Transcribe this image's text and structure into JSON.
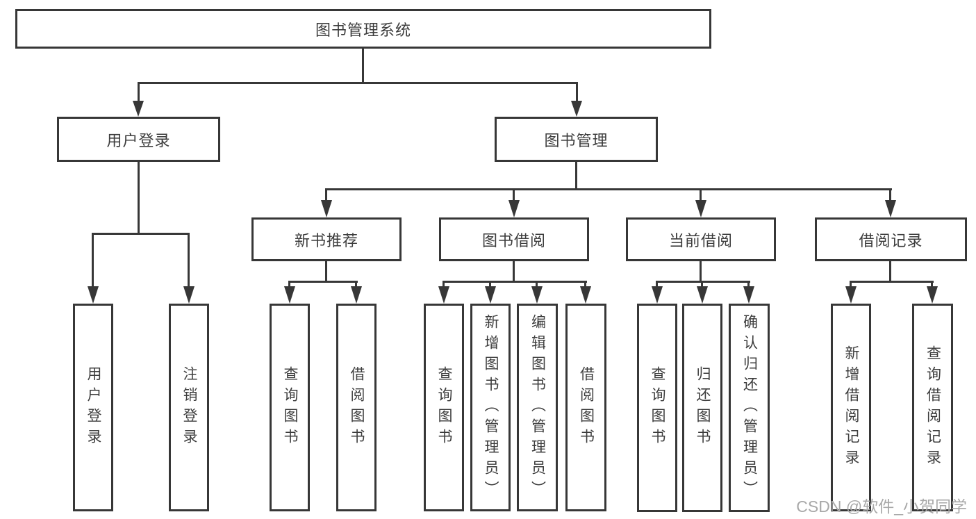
{
  "colors": {
    "line": "#373737",
    "text": "#3d3d3d",
    "watermark": "#a8a8a8",
    "background": "#ffffff"
  },
  "tree": {
    "root": "图书管理系统",
    "level2": {
      "user_login": "用户登录",
      "book_management": "图书管理"
    },
    "level3": {
      "new_book": "新书推荐",
      "borrow": "图书借阅",
      "current": "当前借阅",
      "records": "借阅记录"
    },
    "leaves": {
      "user_login": [
        "用户登录",
        "注销登录"
      ],
      "new_book": [
        "查询图书",
        "借阅图书"
      ],
      "borrow": [
        "查询图书",
        "新增图书（管理员）",
        "编辑图书（管理员）",
        "借阅图书"
      ],
      "current": [
        "查询图书",
        "归还图书",
        "确认归还（管理员）"
      ],
      "records": [
        "新增借阅记录",
        "查询借阅记录"
      ]
    }
  },
  "watermark": "CSDN @软件_小贺同学"
}
